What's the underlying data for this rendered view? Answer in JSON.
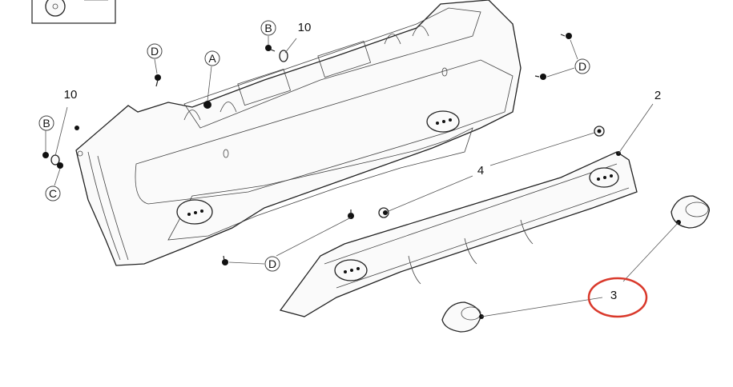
{
  "diagram": {
    "callouts": [
      {
        "id": "b-top",
        "letter": "B"
      },
      {
        "id": "d-top-left",
        "letter": "D"
      },
      {
        "id": "a-top",
        "letter": "A"
      },
      {
        "id": "d-right",
        "letter": "D"
      },
      {
        "id": "b-left",
        "letter": "B"
      },
      {
        "id": "c-left",
        "letter": "C"
      },
      {
        "id": "d-bottom",
        "letter": "D"
      }
    ],
    "part_numbers": {
      "ten_top": "10",
      "ten_left": "10",
      "two": "2",
      "four": "4",
      "three": "3"
    },
    "highlight_color": "#d9392b"
  }
}
